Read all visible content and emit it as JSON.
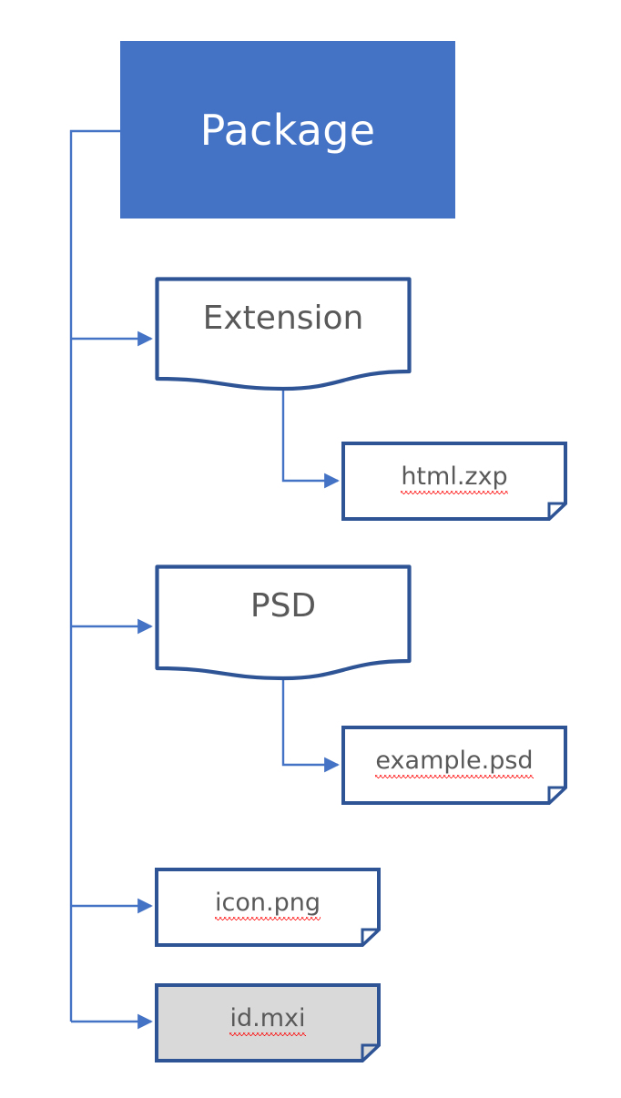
{
  "diagram": {
    "title": "Package",
    "type": "tree-hierarchy",
    "colors": {
      "package_fill": "#4472C4",
      "node_border": "#2E5496",
      "node_fill": "#FFFFFF",
      "highlight_fill": "#D9D9D9",
      "connector": "#4472C4",
      "text": "#595959",
      "package_text": "#FFFFFF",
      "spellcheck_underline": "#FF0000"
    },
    "root": {
      "label": "Package",
      "shape": "rectangle-filled"
    },
    "children": [
      {
        "label": "Extension",
        "shape": "document",
        "children": [
          {
            "label": "html.zxp",
            "shape": "file-folded-corner",
            "spellcheck_error": true
          }
        ]
      },
      {
        "label": "PSD",
        "shape": "document",
        "children": [
          {
            "label": "example.psd",
            "shape": "file-folded-corner",
            "spellcheck_error": true
          }
        ]
      },
      {
        "label": "icon.png",
        "shape": "file-folded-corner",
        "spellcheck_error": true
      },
      {
        "label": "id.mxi",
        "shape": "file-folded-corner",
        "spellcheck_error": true,
        "highlighted": true
      }
    ]
  }
}
